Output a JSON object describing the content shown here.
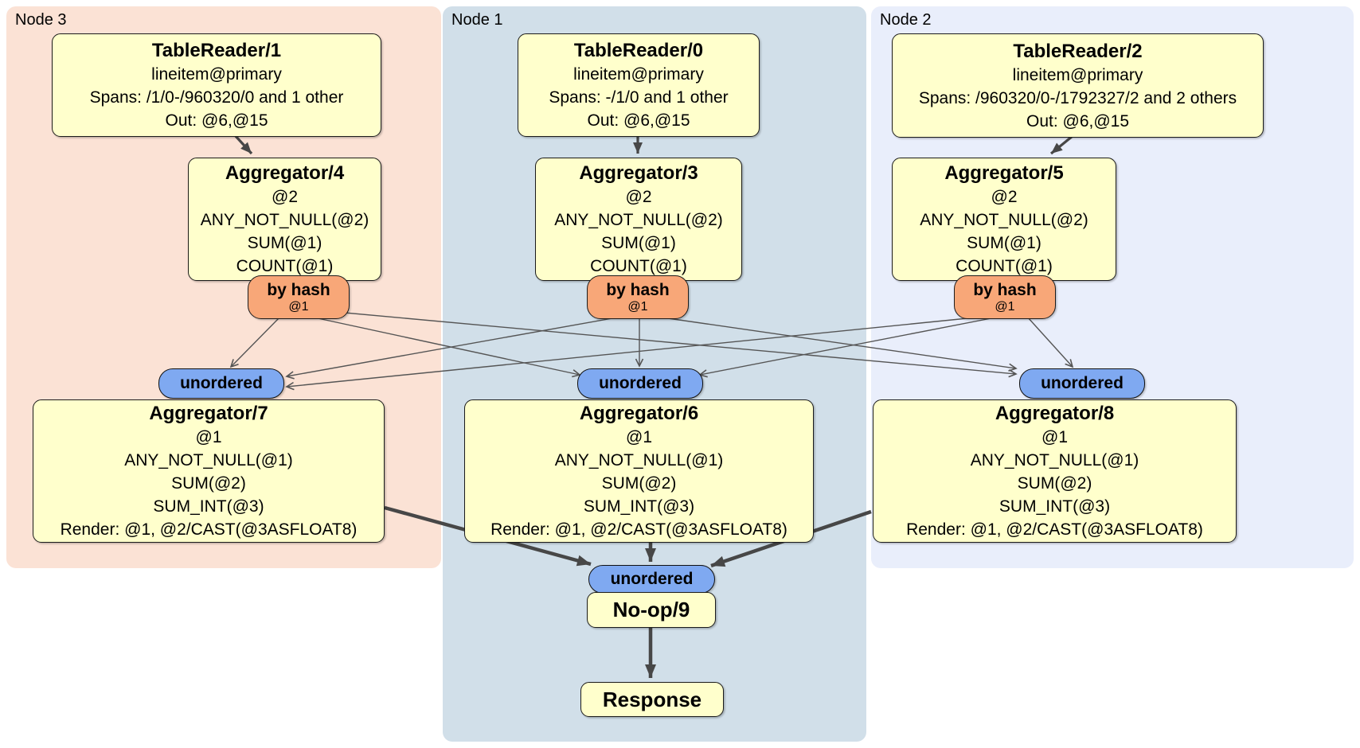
{
  "panels": {
    "node3": {
      "label": "Node 3"
    },
    "node1": {
      "label": "Node 1"
    },
    "node2": {
      "label": "Node 2"
    }
  },
  "processors": {
    "tablereader1": {
      "title": "TableReader/1",
      "lines": [
        "lineitem@primary",
        "Spans: /1/0-/960320/0 and 1 other",
        "Out: @6,@15"
      ]
    },
    "tablereader0": {
      "title": "TableReader/0",
      "lines": [
        "lineitem@primary",
        "Spans: -/1/0 and 1 other",
        "Out: @6,@15"
      ]
    },
    "tablereader2": {
      "title": "TableReader/2",
      "lines": [
        "lineitem@primary",
        "Spans: /960320/0-/1792327/2 and 2 others",
        "Out: @6,@15"
      ]
    },
    "aggregator4": {
      "title": "Aggregator/4",
      "lines": [
        "@2",
        "ANY_NOT_NULL(@2)",
        "SUM(@1)",
        "COUNT(@1)"
      ]
    },
    "aggregator3": {
      "title": "Aggregator/3",
      "lines": [
        "@2",
        "ANY_NOT_NULL(@2)",
        "SUM(@1)",
        "COUNT(@1)"
      ]
    },
    "aggregator5": {
      "title": "Aggregator/5",
      "lines": [
        "@2",
        "ANY_NOT_NULL(@2)",
        "SUM(@1)",
        "COUNT(@1)"
      ]
    },
    "aggregator7": {
      "title": "Aggregator/7",
      "lines": [
        "@1",
        "ANY_NOT_NULL(@1)",
        "SUM(@2)",
        "SUM_INT(@3)",
        "Render: @1, @2/CAST(@3ASFLOAT8)"
      ]
    },
    "aggregator6": {
      "title": "Aggregator/6",
      "lines": [
        "@1",
        "ANY_NOT_NULL(@1)",
        "SUM(@2)",
        "SUM_INT(@3)",
        "Render: @1, @2/CAST(@3ASFLOAT8)"
      ]
    },
    "aggregator8": {
      "title": "Aggregator/8",
      "lines": [
        "@1",
        "ANY_NOT_NULL(@1)",
        "SUM(@2)",
        "SUM_INT(@3)",
        "Render: @1, @2/CAST(@3ASFLOAT8)"
      ]
    },
    "noop9": {
      "title": "No-op/9"
    },
    "response": {
      "title": "Response"
    }
  },
  "router": {
    "label": "by hash",
    "stream": "@1"
  },
  "sync": {
    "label": "unordered"
  },
  "colors": {
    "processor_fill": "#ffffcc",
    "router_fill": "#f8a778",
    "sync_fill": "#7fa9f1",
    "node3_bg": "#fbe2d5",
    "node1_bg": "#d1dfe9",
    "node2_bg": "#e9eefb",
    "edge": "#555555",
    "edge_thick": "#474747",
    "border": "#1b1b1b"
  }
}
